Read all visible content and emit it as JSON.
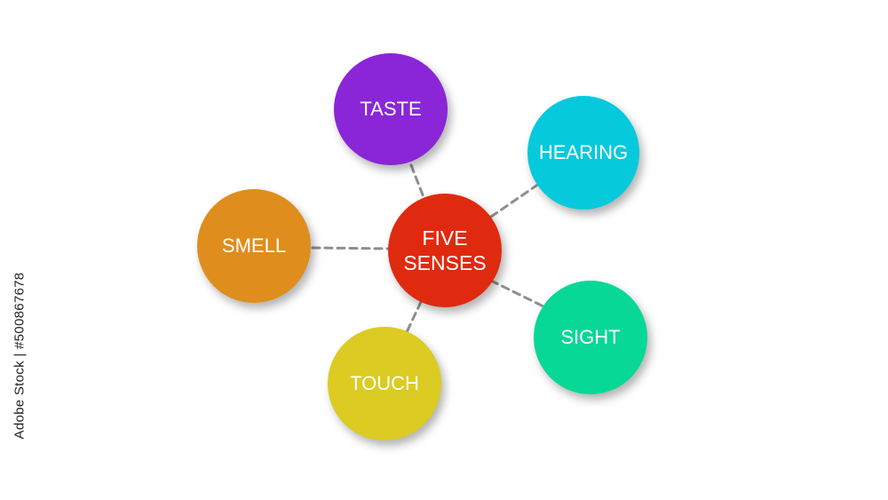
{
  "diagram": {
    "center": {
      "line1": "FIVE",
      "line2": "SENSES",
      "color": "#e02a0f"
    },
    "senses": {
      "taste": {
        "label": "TASTE",
        "color": "#8a25d8"
      },
      "hearing": {
        "label": "HEARING",
        "color": "#06c9dc"
      },
      "smell": {
        "label": "SMELL",
        "color": "#df8d1c"
      },
      "sight": {
        "label": "SIGHT",
        "color": "#07d895"
      },
      "touch": {
        "label": "TOUCH",
        "color": "#dbcb22"
      }
    },
    "connector_color": "#8e8e8e"
  },
  "stock_watermark": {
    "text": "Adobe Stock | #500867678"
  }
}
